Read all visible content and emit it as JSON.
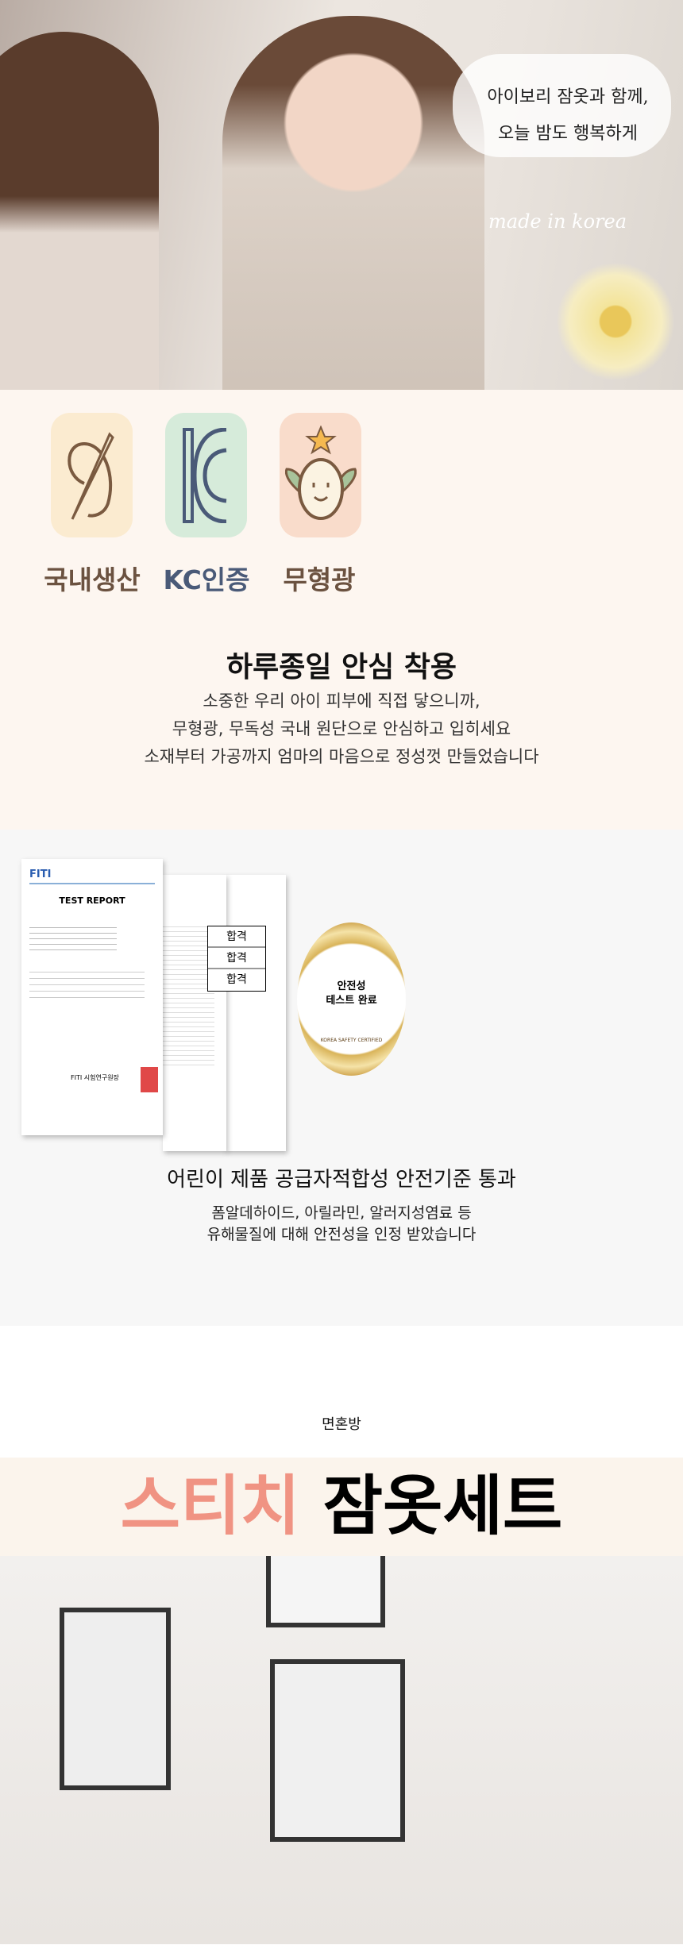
{
  "hero": {
    "bubble_line1": "아이보리 잠옷과 함께,",
    "bubble_line2": "오늘 밤도 행복하게",
    "made_in": "made in korea"
  },
  "features": [
    {
      "label": "국내생산",
      "icon": "needle-thread-icon",
      "color": "#6b5240",
      "bg": "#fbebd0"
    },
    {
      "label": "KC인증",
      "icon": "kc-mark-icon",
      "color": "#4a5a78",
      "bg": "#d6ebda"
    },
    {
      "label": "무형광",
      "icon": "smiley-sprout-icon",
      "color": "#6b5240",
      "bg": "#f9dccb"
    }
  ],
  "safety": {
    "title": "하루종일 안심 착용",
    "lines": [
      "소중한 우리 아이 피부에 직접 닿으니까,",
      "무형광, 무독성 국내 원단으로 안심하고 입히세요",
      "소재부터 가공까지 엄마의 마음으로 정성껏 만들었습니다"
    ]
  },
  "certificate": {
    "logo": "FITI",
    "doc_title": "TEST REPORT",
    "results": [
      "합격",
      "합격",
      "합격"
    ],
    "institute": "FITI 시험연구원장",
    "badge_line1": "안전성",
    "badge_line2": "테스트 완료",
    "badge_ring": "KOREA SAFETY CERTIFIED",
    "title": "어린이 제품 공급자적합성 안전기준 통과",
    "lines": [
      "폼알데하이드, 아릴라민, 알러지성염료 등",
      "유해물질에 대해 안전성을 인정 받았습니다"
    ]
  },
  "product": {
    "brand": "면혼방",
    "title_accent": "스티치",
    "title_rest": "잠옷세트",
    "accent_color": "#f09383"
  }
}
